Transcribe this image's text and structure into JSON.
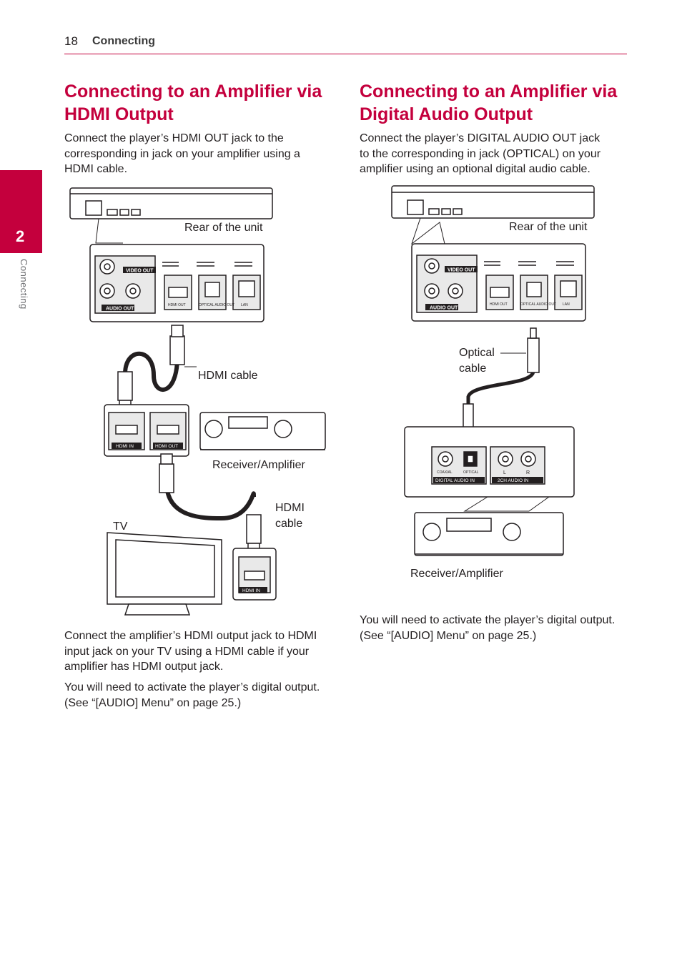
{
  "header": {
    "page_number": "18",
    "section": "Connecting"
  },
  "side_tab": {
    "number": "2",
    "label": "Connecting"
  },
  "left": {
    "title": "Connecting to an Amplifier via HDMI Output",
    "intro": "Connect the player’s HDMI OUT jack to the corresponding in jack on your amplifier using a HDMI cable.",
    "labels": {
      "rear_of_unit": "Rear of the unit",
      "hdmi_cable_1": "HDMI cable",
      "receiver": "Receiver/Amplifier",
      "hdmi_cable_2_line1": "HDMI",
      "hdmi_cable_2_line2": "cable",
      "tv": "TV"
    },
    "panel_labels": {
      "video_out": "VIDEO OUT",
      "audio_out": "AUDIO OUT",
      "hdmi_out": "HDMI OUT",
      "optical_out": "OPTICAL AUDIO OUT",
      "lan": "LAN",
      "hdmi_in": "HDMI IN",
      "hdmi_out_amp": "HDMI OUT",
      "hdmi_in_tv": "HDMI IN"
    },
    "note1": "Connect the amplifier’s HDMI output jack to HDMI input jack on your TV using a HDMI cable if your amplifier has HDMI output jack.",
    "note2": "You will need to activate the player’s digital output. (See “[AUDIO] Menu” on page 25.)"
  },
  "right": {
    "title": "Connecting to an Amplifier via Digital Audio Output",
    "intro": "Connect the player’s DIGITAL AUDIO OUT jack to the corresponding in jack (OPTICAL) on your amplifier using an optional digital audio cable.",
    "labels": {
      "rear_of_unit": "Rear of the unit",
      "optical_line1": "Optical",
      "optical_line2": "cable",
      "receiver": "Receiver/Amplifier"
    },
    "panel_labels": {
      "video_out": "VIDEO OUT",
      "audio_out": "AUDIO OUT",
      "hdmi_out": "HDMI OUT",
      "optical_out": "OPTICAL AUDIO OUT",
      "lan": "LAN",
      "coaxial": "COAXIAL",
      "optical": "OPTICAL",
      "digital_audio_in": "DIGITAL AUDIO IN",
      "ch_l": "L",
      "ch_r": "R",
      "ch2_audio_in": "2CH AUDIO IN"
    },
    "note": "You will need to activate the player’s digital output. (See “[AUDIO] Menu” on page 25.)"
  },
  "colors": {
    "accent": "#c4003d",
    "text": "#231f20",
    "line": "#231f20"
  }
}
